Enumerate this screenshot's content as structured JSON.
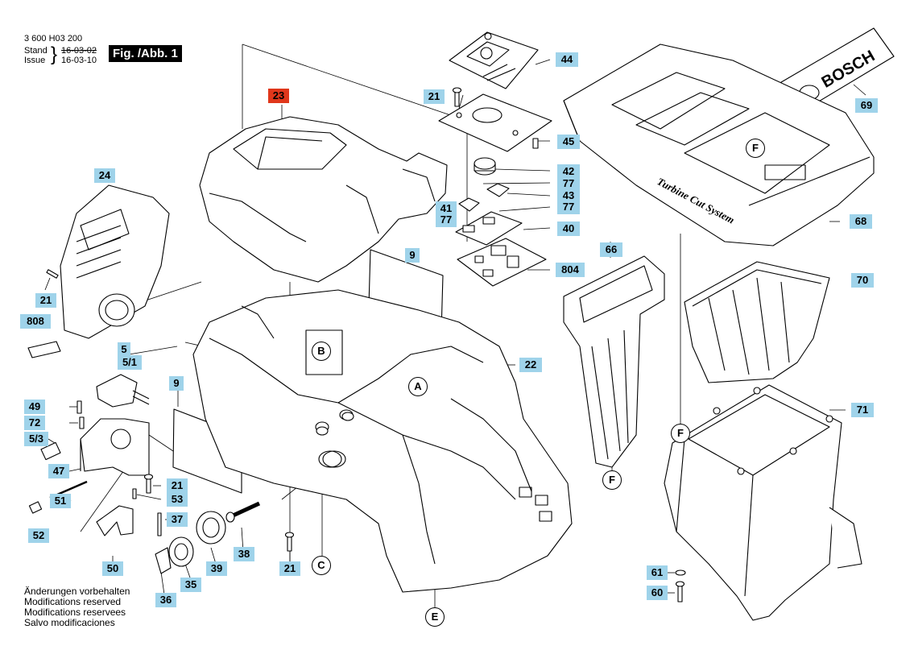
{
  "header": {
    "part_number": "3 600 H03 200",
    "stand_label": "Stand",
    "stand_date": "16-03-02",
    "issue_label": "Issue",
    "issue_date": "16-03-10",
    "figure_label": "Fig. /Abb. 1"
  },
  "footer": {
    "lines": [
      "Änderungen vorbehalten",
      "Modifications reserved",
      "Modifications reservees",
      "Salvo modificaciones"
    ]
  },
  "markings": {
    "brand": "BOSCH",
    "system_text": "Turbine Cut System"
  },
  "part_labels": {
    "p23": "23",
    "p44": "44",
    "p21a": "21",
    "p45": "45",
    "p69": "69",
    "p42": "42",
    "p77a": "77",
    "p43": "43",
    "p41": "41",
    "p77b": "77",
    "p77c": "77",
    "p40": "40",
    "p68": "68",
    "p24": "24",
    "p9a": "9",
    "p66": "66",
    "p804": "804",
    "p70": "70",
    "p21b": "21",
    "p808": "808",
    "p5": "5",
    "p5_1": "5/1",
    "p22": "22",
    "p9b": "9",
    "p49": "49",
    "p72": "72",
    "p5_3": "5/3",
    "p47": "47",
    "p71": "71",
    "p51": "51",
    "p52": "52",
    "p21c": "21",
    "p53": "53",
    "p37": "37",
    "p38": "38",
    "p50": "50",
    "p39": "39",
    "p35": "35",
    "p21d": "21",
    "p36": "36",
    "p61": "61",
    "p60": "60"
  },
  "callouts": {
    "A": "A",
    "B": "B",
    "C": "C",
    "E": "E",
    "F1": "F",
    "F2": "F",
    "F3": "F"
  },
  "colors": {
    "label_fill": "#9fd3ea",
    "highlight_label_fill": "#e0371b",
    "line_color": "#000000"
  }
}
